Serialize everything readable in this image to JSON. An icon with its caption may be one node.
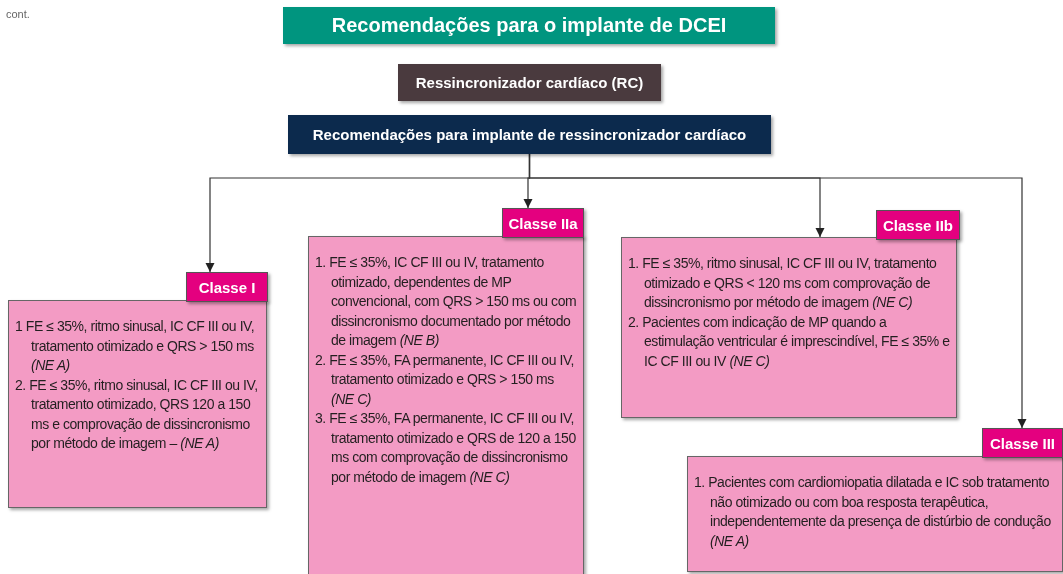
{
  "diagram": {
    "title": "Recomendações para o implante de DCEI",
    "nodes": [
      {
        "text": [
          "Ressincronizador cardíaco (RC)"
        ]
      },
      {
        "text": [
          "Recomendações para implante de ressincronizador cardíaco"
        ]
      },
      {
        "text": [
          "Classe I"
        ]
      },
      {
        "text": [
          "1 FE ≤ 35%, ritmo sinusal, IC CF III ou IV, tratamento otimizado e QRS > 150 ms *(NE A)*",
          "2. FE ≤ 35%, ritmo sinusal, IC CF III ou IV, tratamento otimizado, QRS 120 a 150 ms e comprovação de dissincronismo por método de imagem – *(NE A)*"
        ]
      },
      {
        "text": [
          "Classe IIa"
        ]
      },
      {
        "text": [
          "1. FE ≤ 35%, IC CF III ou IV, tratamento otimizado, dependentes de MP convencional, com QRS > 150 ms ou com dissincronismo documentado por método de imagem *(NE B)*",
          "2. FE ≤ 35%, FA permanente, IC CF III ou IV, tratamento otimizado e QRS > 150 ms *(NE C)*",
          "3. FE ≤ 35%, FA permanente, IC CF III ou IV, tratamento otimizado e QRS de 120 a 150 ms com comprovação de dissincronismo por método de imagem *(NE C)*"
        ]
      },
      {
        "text": [
          "Classe IIb"
        ]
      },
      {
        "text": [
          "1. FE ≤ 35%, ritmo sinusal, IC CF III ou IV, tratamento otimizado e QRS < 120 ms com comprovação de dissincronismo por método de imagem *(NE C)*",
          "2. Pacientes com indicação de MP quando a estimulação ventricular é imprescindível, FE ≤ 35% e IC CF III ou IV *(NE C)*"
        ]
      },
      {
        "text": [
          "Classe III"
        ]
      },
      {
        "text": [
          "1. Pacientes com cardiomiopatia dilatada e IC sob tratamento não otimizado ou com boa resposta terapêutica, independentemente da presença de distúrbio de condução *(NE A)*"
        ]
      }
    ],
    "edges": [
      {
        "from": 1,
        "to": 2,
        "arrow": "to"
      },
      {
        "from": 1,
        "to": 4,
        "arrow": "to"
      },
      {
        "from": 1,
        "to": 7,
        "arrow": "to"
      },
      {
        "from": 1,
        "to": 8,
        "arrow": "to"
      }
    ],
    "labels": [
      "cont."
    ]
  }
}
